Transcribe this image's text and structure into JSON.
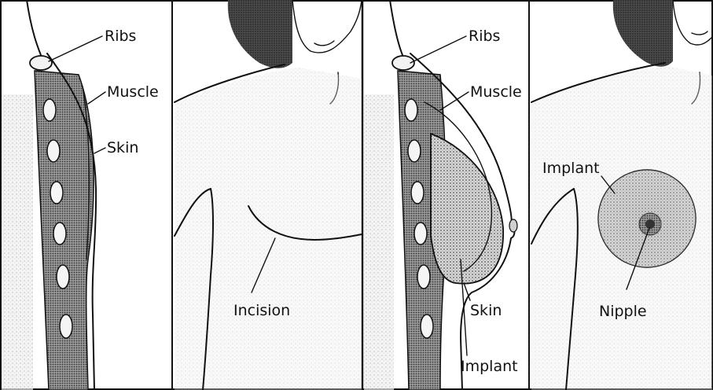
{
  "labels": {
    "ribs_1": "Ribs",
    "muscle_1": "Muscle",
    "skin_1": "Skin",
    "incision": "Incision",
    "ribs_2": "Ribs",
    "muscle_2": "Muscle",
    "skin_2": "Skin",
    "implant_side": "Implant",
    "implant_front": "Implant",
    "nipple": "Nipple"
  }
}
